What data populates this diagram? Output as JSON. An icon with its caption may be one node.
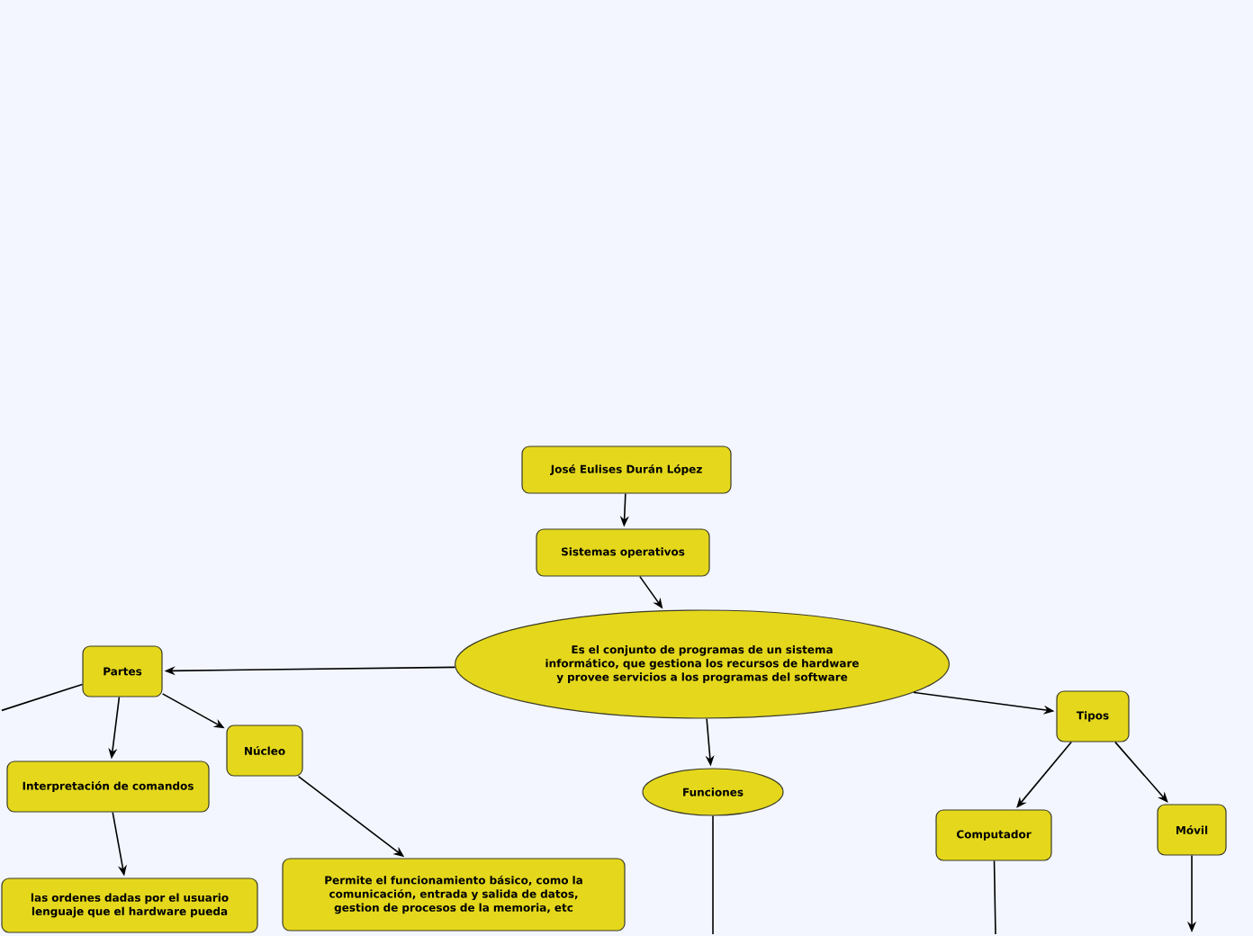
{
  "diagram": {
    "nodes": [
      {
        "text": [
          "José Eulises Durán López"
        ]
      },
      {
        "text": [
          "Sistemas operativos"
        ]
      },
      {
        "text": [
          "Es el conjunto de programas de un sistema informático, que gestiona los recursos de hardware y provee servicios a los programas del software"
        ]
      },
      {
        "text": [
          "Partes"
        ]
      },
      {
        "text": [
          "Núcleo"
        ]
      },
      {
        "text": [
          "Interpretación de comandos"
        ]
      },
      {
        "text": [
          "las ordenes dadas por el usuario lenguaje que el hardware pueda"
        ]
      },
      {
        "text": [
          "Permite el funcionamiento básico, como la comunicación, entrada y salida de datos, gestion de procesos de la memoria, etc"
        ]
      },
      {
        "text": [
          "Funciones"
        ]
      },
      {
        "text": [
          "Tipos"
        ]
      },
      {
        "text": [
          "Computador"
        ]
      },
      {
        "text": [
          "Móvil"
        ]
      }
    ],
    "edges": [
      {
        "from": 0,
        "to": 1,
        "arrow": "to"
      },
      {
        "from": 1,
        "to": 2,
        "arrow": "to"
      },
      {
        "from": 2,
        "to": 3,
        "arrow": "to"
      },
      {
        "from": 2,
        "to": 8,
        "arrow": "to"
      },
      {
        "from": 2,
        "to": 9,
        "arrow": "to"
      },
      {
        "from": 3,
        "to": null,
        "arrow": "none"
      },
      {
        "from": 3,
        "to": 5,
        "arrow": "to"
      },
      {
        "from": 3,
        "to": 4,
        "arrow": "to"
      },
      {
        "from": 4,
        "to": 7,
        "arrow": "to"
      },
      {
        "from": 5,
        "to": 6,
        "arrow": "to"
      },
      {
        "from": 9,
        "to": 10,
        "arrow": "to"
      },
      {
        "from": 9,
        "to": 11,
        "arrow": "to"
      },
      {
        "from": 8,
        "to": null,
        "arrow": "none"
      },
      {
        "from": 10,
        "to": null,
        "arrow": "none"
      },
      {
        "from": 11,
        "to": null,
        "arrow": "to"
      }
    ]
  }
}
